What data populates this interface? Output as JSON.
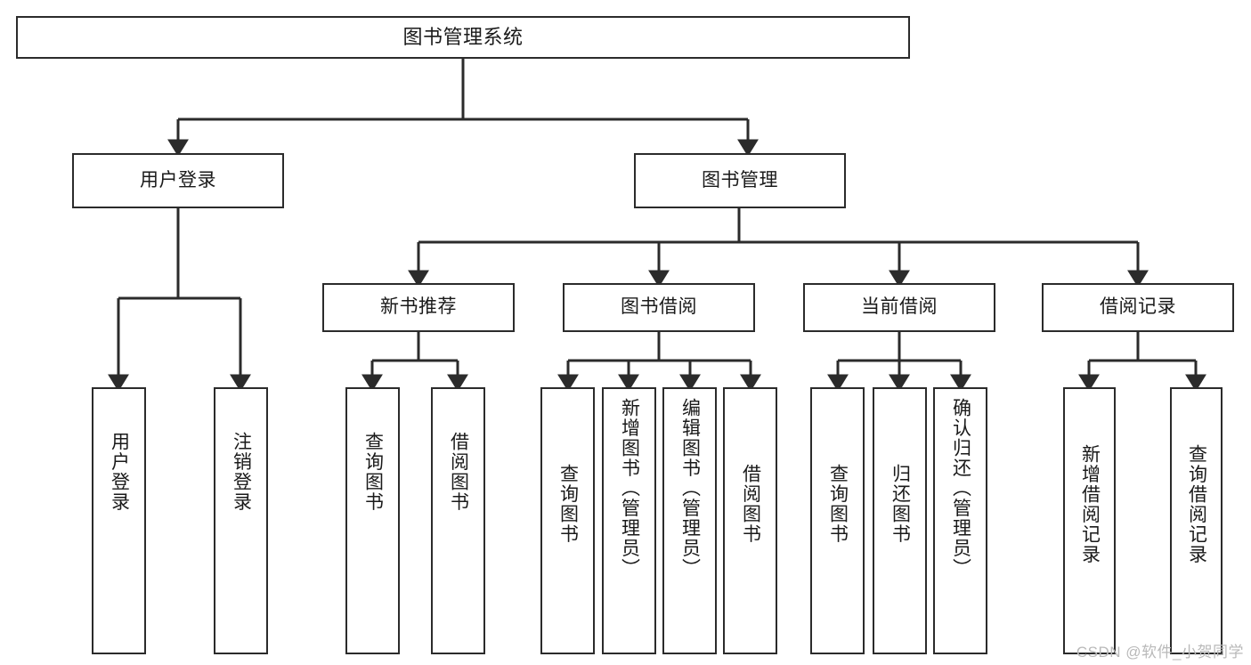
{
  "diagram": {
    "type": "tree",
    "title": "图书管理系统",
    "watermark": "CSDN @软件_小贺同学",
    "colors": {
      "box_border": "#2b2b2b",
      "box_fill": "#ffffff",
      "line": "#2b2b2b",
      "text": "#1a1a1a",
      "watermark": "#b9b9b9"
    },
    "nodes": {
      "root": {
        "label": "图书管理系统"
      },
      "level2": [
        {
          "label": "用户登录"
        },
        {
          "label": "图书管理"
        }
      ],
      "level3": [
        {
          "label": "新书推荐"
        },
        {
          "label": "图书借阅"
        },
        {
          "label": "当前借阅"
        },
        {
          "label": "借阅记录"
        }
      ],
      "leaves": {
        "user_login": [
          {
            "label": "用户登录"
          },
          {
            "label": "注销登录"
          }
        ],
        "new_book": [
          {
            "label": "查询图书"
          },
          {
            "label": "借阅图书"
          }
        ],
        "borrow_book": [
          {
            "label": "查询图书"
          },
          {
            "label": "新增图书（管理员）"
          },
          {
            "label": "编辑图书（管理员）"
          },
          {
            "label": "借阅图书"
          }
        ],
        "current_borrow": [
          {
            "label": "查询图书"
          },
          {
            "label": "归还图书"
          },
          {
            "label": "确认归还（管理员）"
          }
        ],
        "borrow_record": [
          {
            "label": "新增借阅记录"
          },
          {
            "label": "查询借阅记录"
          }
        ]
      }
    }
  }
}
